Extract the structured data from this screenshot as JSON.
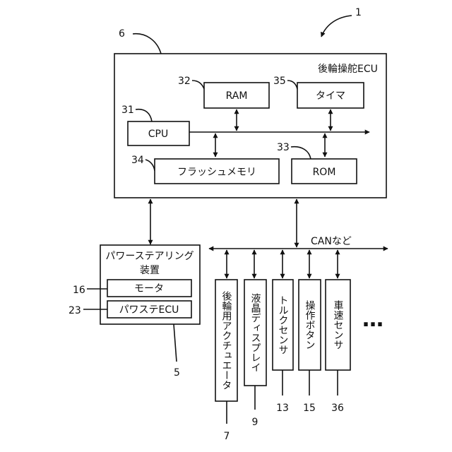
{
  "references": {
    "system": "1",
    "ecu": "6",
    "cpu": "31",
    "ram": "32",
    "flash": "34",
    "rom": "33",
    "timer": "35",
    "ps": "5",
    "motor": "16",
    "ps_ecu": "23",
    "actuator": "7",
    "display": "9",
    "torque": "13",
    "button": "15",
    "speed": "36"
  },
  "labels": {
    "ecu": "後輪操舵ECU",
    "cpu": "CPU",
    "ram": "RAM",
    "timer": "タイマ",
    "flash": "フラッシュメモリ",
    "rom": "ROM",
    "bus": "CANなど",
    "ps_line1": "パワーステアリング",
    "ps_line2": "装置",
    "motor": "モータ",
    "ps_ecu": "パワステECU",
    "actuator": "後輪用アクチュエータ",
    "display": "液晶ディスプレイ",
    "torque": "トルクセンサ",
    "button": "操作ボタン",
    "speed": "車速センサ",
    "ellipsis": "…"
  }
}
